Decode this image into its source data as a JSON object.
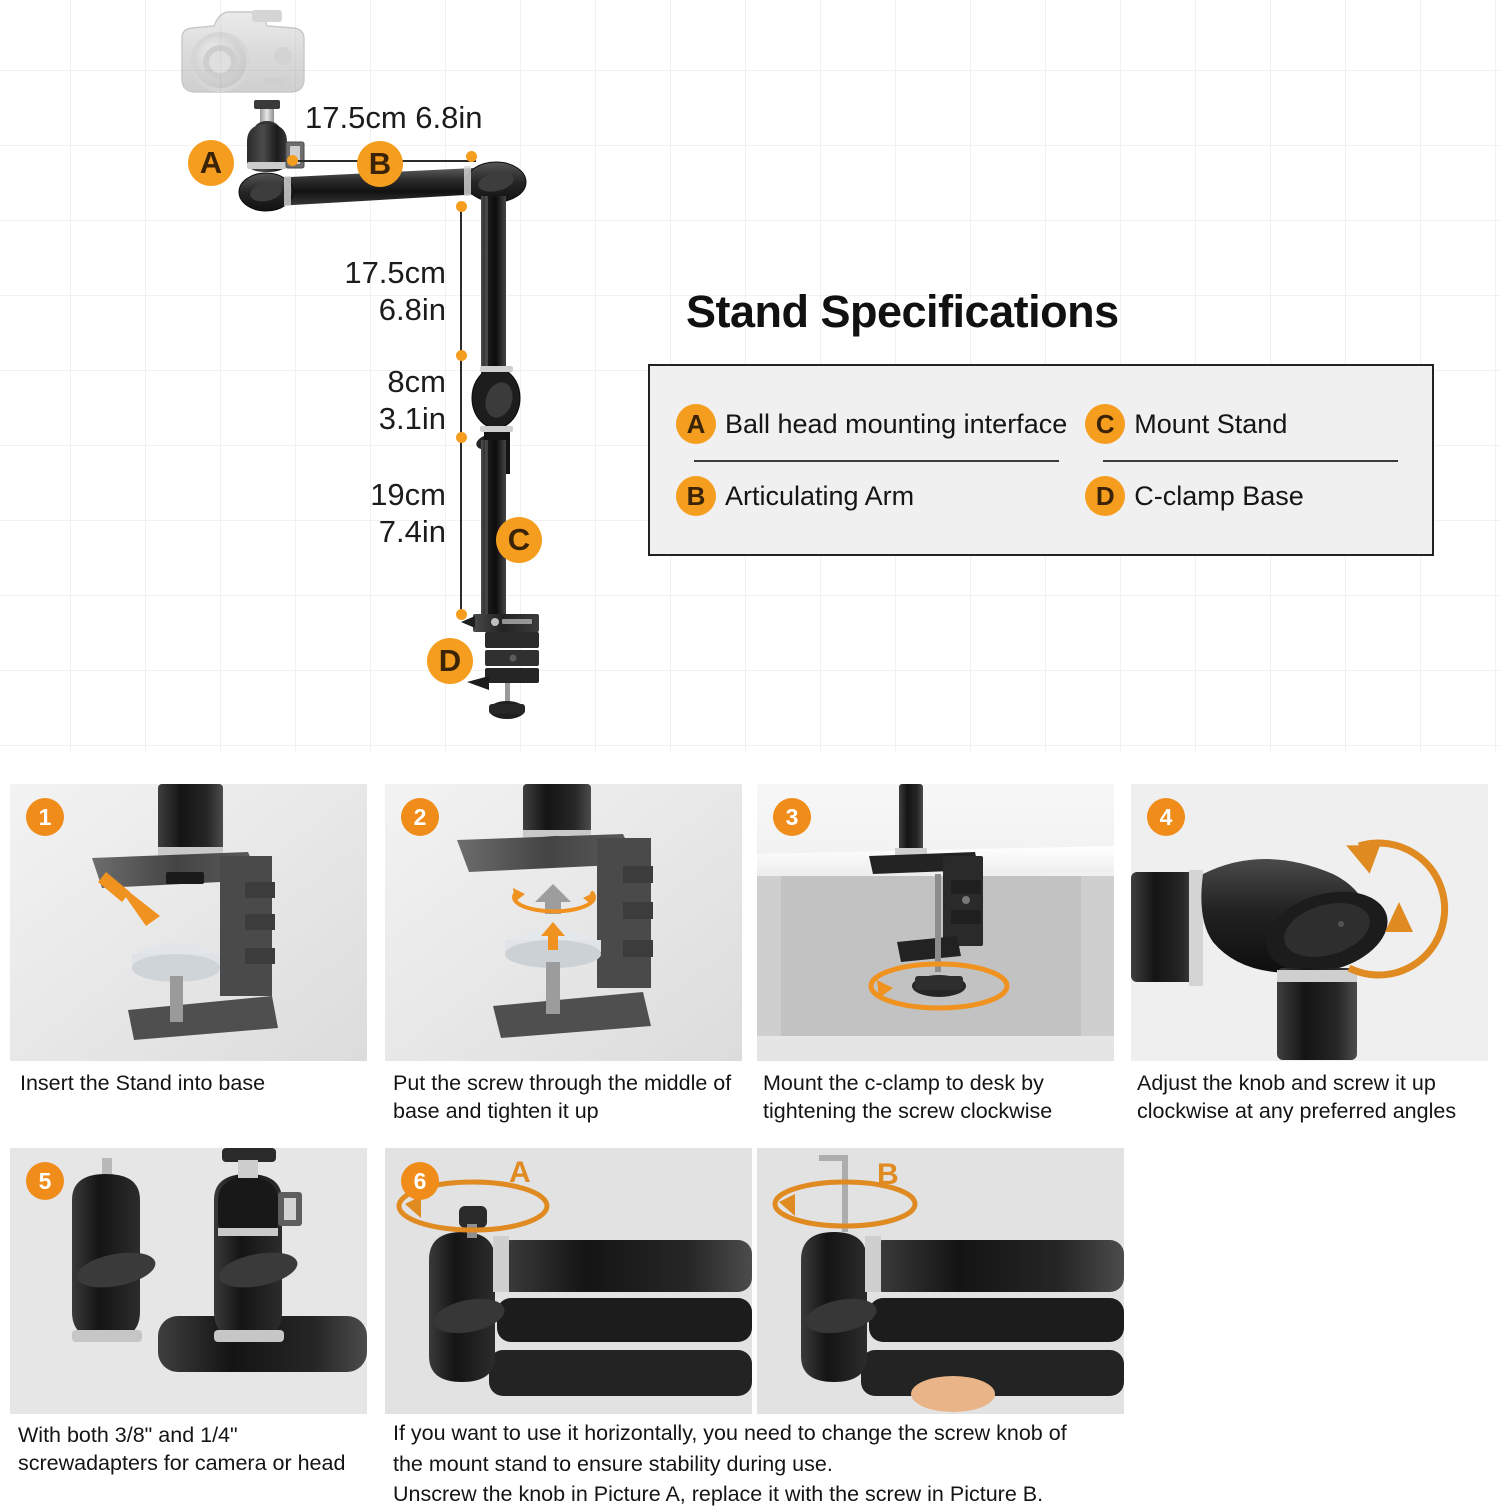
{
  "diagram": {
    "markers": [
      {
        "id": "A",
        "name": "ball-head-marker"
      },
      {
        "id": "B",
        "name": "articulating-arm-marker"
      },
      {
        "id": "C",
        "name": "mount-stand-marker"
      },
      {
        "id": "D",
        "name": "c-clamp-marker"
      }
    ],
    "dimensions": {
      "arm_horizontal": "17.5cm 6.8in",
      "column_upper": "17.5cm\n6.8in",
      "column_middle": "8cm\n3.1in",
      "column_lower": "19cm\n7.4in"
    },
    "icons": {
      "camera": "dslr-camera-icon"
    }
  },
  "specs": {
    "title": "Stand Specifications",
    "items": [
      {
        "badge": "A",
        "label": "Ball head mounting interface"
      },
      {
        "badge": "C",
        "label": "Mount Stand"
      },
      {
        "badge": "B",
        "label": "Articulating Arm"
      },
      {
        "badge": "D",
        "label": "C-clamp Base"
      }
    ]
  },
  "steps": [
    {
      "number": "1",
      "caption": "Insert the Stand into base"
    },
    {
      "number": "2",
      "caption": "Put the screw through the middle of base and tighten it up"
    },
    {
      "number": "3",
      "caption": "Mount the c-clamp to desk by tightening the screw clockwise"
    },
    {
      "number": "4",
      "caption": "Adjust the knob and screw it up clockwise at any preferred angles"
    },
    {
      "number": "5",
      "caption": "With both 3/8\" and 1/4\" screwadapters for camera or head"
    },
    {
      "number": "6",
      "caption_line1": "If you want to use it horizontally, you need to change the screw knob of",
      "caption_line2": "the mount stand to ensure stability during use.",
      "caption_line3": "Unscrew the knob in Picture A, replace it with the screw in Picture B.",
      "sub_labels": [
        "A",
        "B"
      ]
    }
  ],
  "colors": {
    "accent_orange": "#F59D1E",
    "step_orange": "#F08C1A",
    "panel_bg": "#f0f0f0",
    "panel_border": "#222222",
    "text_dark": "#151515",
    "photo_bg": "#e9e9e9"
  }
}
